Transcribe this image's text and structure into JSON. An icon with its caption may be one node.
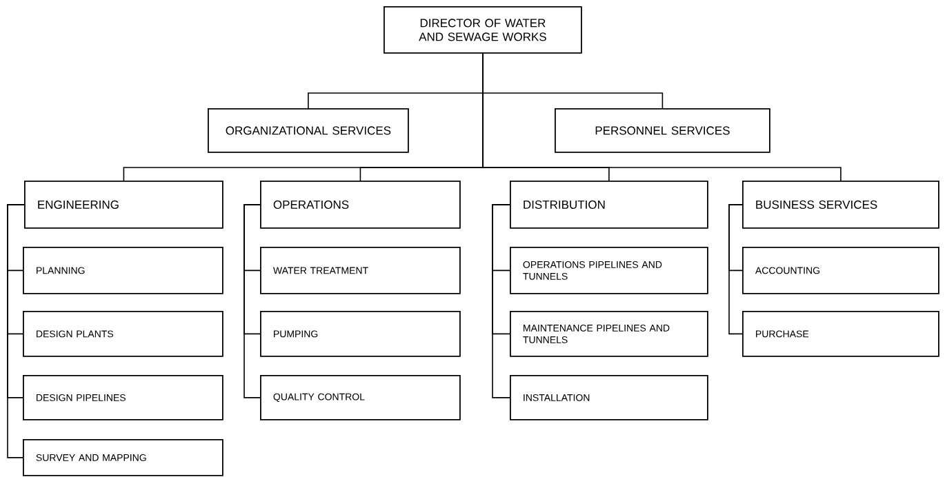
{
  "diagram": {
    "nodes": [
      {
        "text": [
          "DIRECTOR OF WATER AND SEWAGE WORKS"
        ]
      },
      {
        "text": [
          "ORGANIZATIONAL SERVICES"
        ]
      },
      {
        "text": [
          "PERSONNEL SERVICES"
        ]
      },
      {
        "text": [
          "ENGINEERING"
        ]
      },
      {
        "text": [
          "OPERATIONS"
        ]
      },
      {
        "text": [
          "DISTRIBUTION"
        ]
      },
      {
        "text": [
          "BUSINESS SERVICES"
        ]
      },
      {
        "text": [
          "PLANNING"
        ]
      },
      {
        "text": [
          "DESIGN PLANTS"
        ]
      },
      {
        "text": [
          "DESIGN PIPELINES"
        ]
      },
      {
        "text": [
          "SURVEY AND MAPPING"
        ]
      },
      {
        "text": [
          "WATER TREATMENT"
        ]
      },
      {
        "text": [
          "PUMPING"
        ]
      },
      {
        "text": [
          "QUALITY CONTROL"
        ]
      },
      {
        "text": [
          "OPERATIONS PIPELINES AND TUNNELS"
        ]
      },
      {
        "text": [
          "MAINTENANCE PIPELINES AND TUNNELS"
        ]
      },
      {
        "text": [
          "INSTALLATION"
        ]
      },
      {
        "text": [
          "ACCOUNTING"
        ]
      },
      {
        "text": [
          "PURCHASE"
        ]
      }
    ],
    "edges": [
      {
        "from": 0,
        "to": 1,
        "arrow": "none"
      },
      {
        "from": 0,
        "to": 2,
        "arrow": "none"
      },
      {
        "from": 0,
        "to": 3,
        "arrow": "none"
      },
      {
        "from": 0,
        "to": 4,
        "arrow": "none"
      },
      {
        "from": 0,
        "to": 5,
        "arrow": "none"
      },
      {
        "from": 0,
        "to": 6,
        "arrow": "none"
      },
      {
        "from": 3,
        "to": 7,
        "arrow": "none"
      },
      {
        "from": 3,
        "to": 8,
        "arrow": "none"
      },
      {
        "from": 3,
        "to": 9,
        "arrow": "none"
      },
      {
        "from": 3,
        "to": 10,
        "arrow": "none"
      },
      {
        "from": 4,
        "to": 11,
        "arrow": "none"
      },
      {
        "from": 4,
        "to": 12,
        "arrow": "none"
      },
      {
        "from": 4,
        "to": 13,
        "arrow": "none"
      },
      {
        "from": 5,
        "to": 14,
        "arrow": "none"
      },
      {
        "from": 5,
        "to": 15,
        "arrow": "none"
      },
      {
        "from": 5,
        "to": 16,
        "arrow": "none"
      },
      {
        "from": 6,
        "to": 17,
        "arrow": "none"
      },
      {
        "from": 6,
        "to": 18,
        "arrow": "none"
      }
    ]
  }
}
